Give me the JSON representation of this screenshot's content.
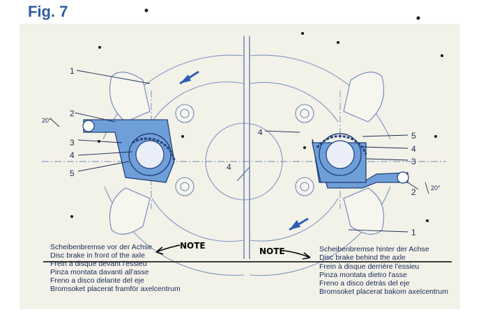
{
  "figure_title": "Fig. 7",
  "left_caption": [
    "Scheibenbremse vor der Achse",
    "Disc brake in front of the axle",
    "Frein à disque devant l'essieu",
    "Pinza montata davanti all'asse",
    "Freno a disco delante del eje",
    "Bromsoket placerat framför axelcentrum"
  ],
  "right_caption": [
    "Scheibenbremse hinter der Achse",
    "Disc brake behind the axle",
    "Frein à disque derrière l'essieu",
    "Pinza montata dietro l'asse",
    "Freno a disco detrás del eje",
    "Bromsoket placerat bakom axelcentrum"
  ],
  "notes": {
    "left": "NOTE",
    "right": "NOTE"
  },
  "labels": {
    "left": {
      "l1": "1",
      "l2": "2",
      "l3": "3",
      "l4": "4",
      "l5": "5",
      "angle": "20°"
    },
    "center": {
      "l4a": "4",
      "l4b": "4"
    },
    "right": {
      "l1": "1",
      "l2": "2",
      "l3": "3",
      "l4": "4",
      "l5": "5",
      "angle": "20°"
    }
  },
  "colors": {
    "title": "#2f5d9c",
    "line": "#4f6ea8",
    "caliper_fill": "#5b8fd0",
    "paper": "#f3f2e8"
  }
}
